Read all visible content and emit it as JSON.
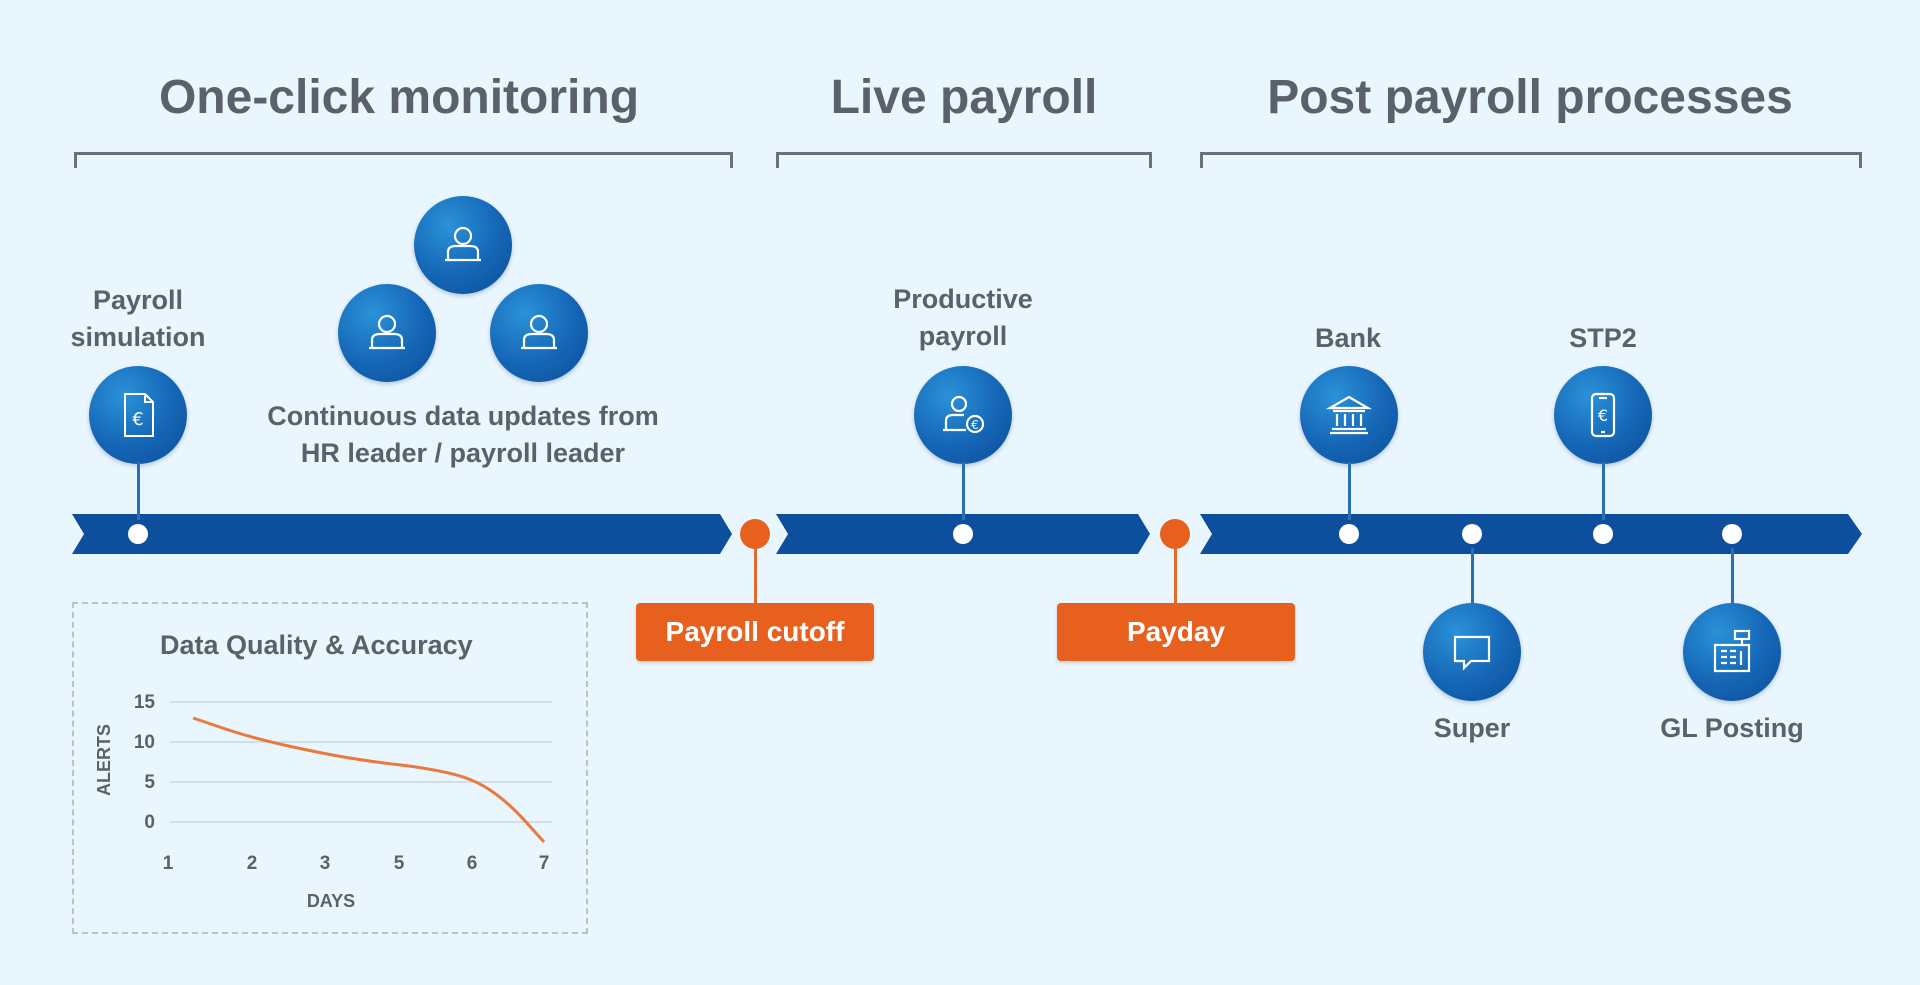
{
  "sections": {
    "monitoring": "One-click monitoring",
    "live": "Live payroll",
    "post": "Post payroll processes"
  },
  "steps": {
    "payroll_simulation": [
      "Payroll",
      "simulation"
    ],
    "continuous_updates": [
      "Continuous data updates from",
      "HR leader / payroll leader"
    ],
    "productive_payroll": [
      "Productive",
      "payroll"
    ],
    "bank": "Bank",
    "stp2": "STP2",
    "super": "Super",
    "gl_posting": "GL Posting"
  },
  "milestones": {
    "cutoff": "Payroll cutoff",
    "payday": "Payday"
  },
  "colors": {
    "timeline_blue": "#0d4f9c",
    "accent_orange": "#e8601e",
    "background": "#eaf6fd"
  },
  "chart_data": {
    "type": "line",
    "title": "Data Quality & Accuracy",
    "xlabel": "DAYS",
    "ylabel": "ALERTS",
    "x_ticks": [
      "1",
      "2",
      "3",
      "5",
      "6",
      "7"
    ],
    "y_ticks": [
      "15",
      "10",
      "5",
      "0"
    ],
    "ylim": [
      0,
      15
    ],
    "grid": true,
    "series": [
      {
        "x": [
          1.3,
          2,
          3,
          4,
          5,
          6,
          6.5,
          7
        ],
        "y": [
          13,
          10.5,
          8.5,
          7.5,
          6.8,
          5.5,
          2.5,
          -2.5
        ]
      }
    ]
  }
}
